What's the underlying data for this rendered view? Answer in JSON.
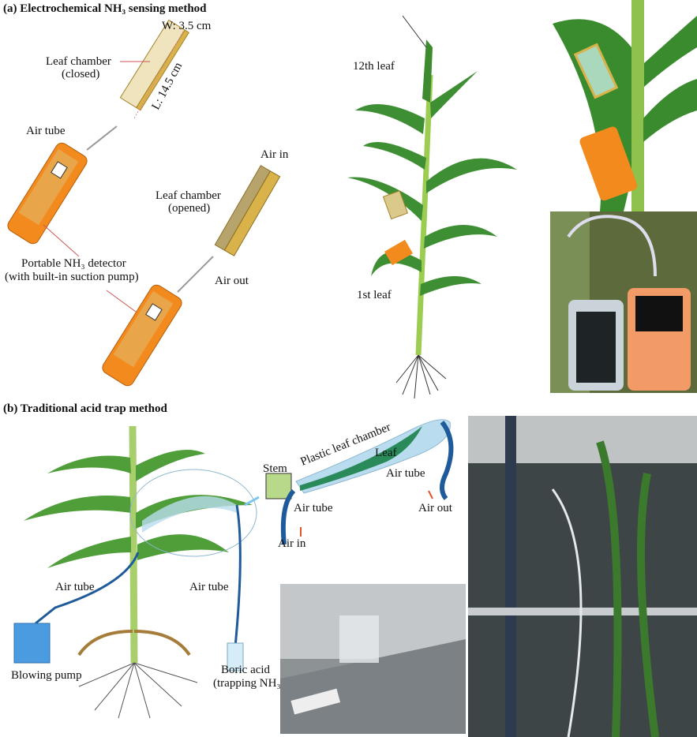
{
  "panel_a": {
    "title": "(a) Electrochemical NH₃ sensing method",
    "width_label": "W: 3.5 cm",
    "length_label": "L: 14.5 cm",
    "chamber_closed": [
      "Leaf chamber",
      "(closed)"
    ],
    "air_tube": "Air tube",
    "air_in": "Air in",
    "chamber_opened": [
      "Leaf chamber",
      "(opened)"
    ],
    "detector": [
      "Portable NH₃ detector",
      "(with built-in suction pump)"
    ],
    "air_out": "Air out",
    "leaf_12": "12th leaf",
    "leaf_1": "1st leaf"
  },
  "panel_b": {
    "title": "(b) Traditional acid trap method",
    "stem": "Stem",
    "plastic_chamber": "Plastic leaf chamber",
    "leaf": "Leaf",
    "air_tube_out": "Air tube",
    "air_tube_in": "Air tube",
    "air_out": "Air out",
    "air_in": "Air in",
    "air_tube_left": "Air tube",
    "air_tube_right": "Air tube",
    "pump": "Blowing pump",
    "boric": [
      "Boric acid",
      "(trapping NH₃)"
    ]
  },
  "colors": {
    "orange": "#f28a1e",
    "chamber": "#d9b24a",
    "plant": "#4f9e3a",
    "tube": "#1f5a9a",
    "bag": "#b9dcef",
    "pump": "#4a9be0"
  }
}
